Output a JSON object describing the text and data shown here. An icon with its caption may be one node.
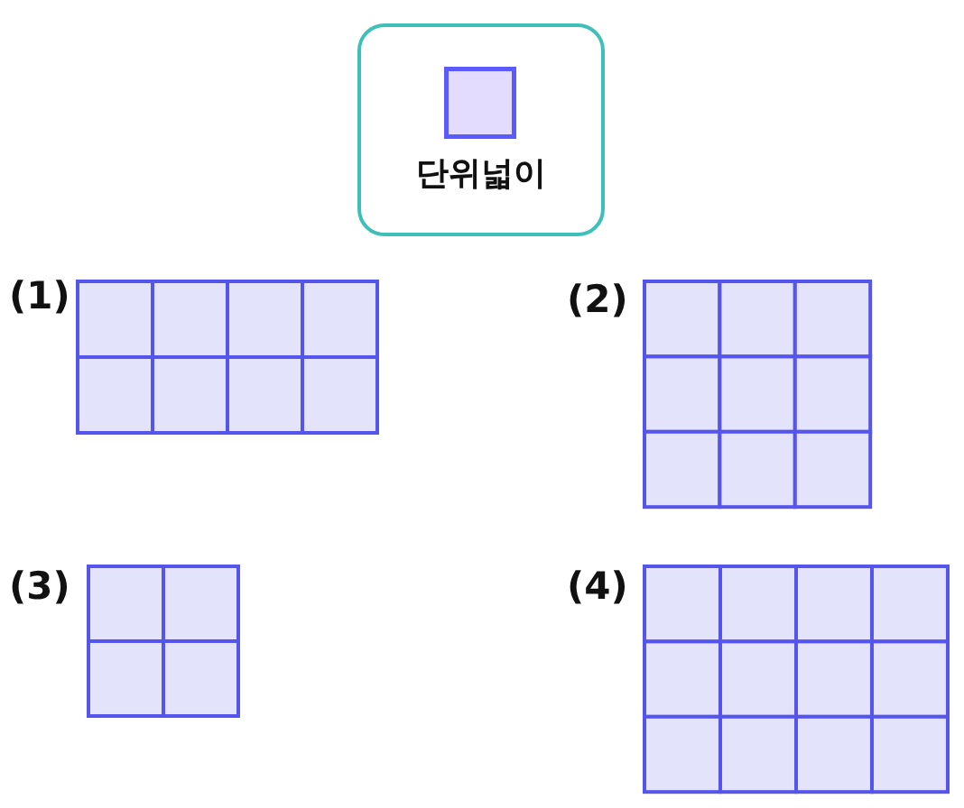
{
  "diagram": {
    "nodes": [
      {
        "text": [
          "단위넓이"
        ]
      }
    ],
    "labels": [
      "(1)",
      "(2)",
      "(3)",
      "(4)"
    ]
  }
}
